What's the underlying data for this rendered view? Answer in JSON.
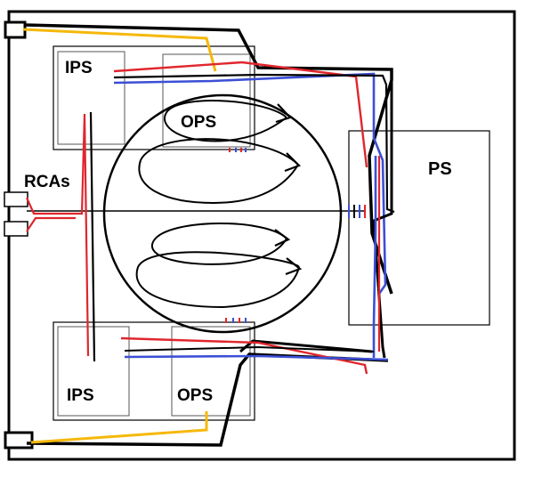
{
  "labels": {
    "ips_top": "IPS",
    "ops_top": "OPS",
    "rcas": "RCAs",
    "ps": "PS",
    "ips_bottom": "IPS",
    "ops_bottom": "OPS"
  },
  "colors": {
    "frame": "#000000",
    "wire_yellow": "#f5b80a",
    "wire_red": "#e0262d",
    "wire_blue": "#3c4fd6",
    "wire_black": "#000000",
    "box_gray": "#555555"
  }
}
